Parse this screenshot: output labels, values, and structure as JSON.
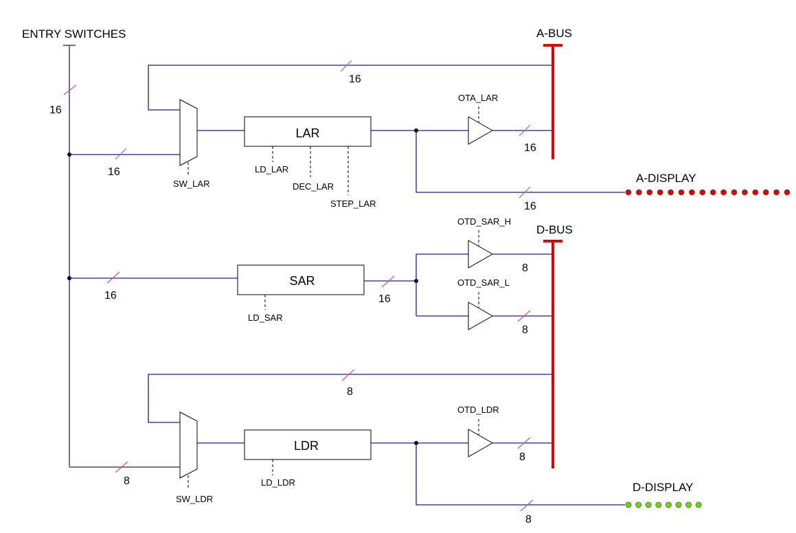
{
  "inputs": {
    "entry_switches": "ENTRY  SWITCHES"
  },
  "buses": {
    "a_bus": "A-BUS",
    "d_bus": "D-BUS"
  },
  "displays": {
    "a_display": "A-DISPLAY",
    "d_display": "D-DISPLAY",
    "a_led_color": "#e00000",
    "d_led_color": "#66dd00"
  },
  "registers": {
    "lar": "LAR",
    "sar": "SAR",
    "ldr": "LDR"
  },
  "signals": {
    "ota_lar": "OTA_LAR",
    "sw_lar": "SW_LAR",
    "ld_lar": "LD_LAR",
    "dec_lar": "DEC_LAR",
    "step_lar": "STEP_LAR",
    "otd_sar_h": "OTD_SAR_H",
    "otd_sar_l": "OTD_SAR_L",
    "ld_sar": "LD_SAR",
    "otd_ldr": "OTD_LDR",
    "sw_ldr": "SW_LDR",
    "ld_ldr": "LD_LDR"
  },
  "widths": {
    "switches_trunk": "16",
    "lar_feedback": "16",
    "lar_mux_in": "16",
    "ota_lar_out": "16",
    "a_display_bus": "16",
    "sar_in": "16",
    "sar_out": "16",
    "otd_sar_h_out": "8",
    "otd_sar_l_out": "8",
    "ldr_feedback": "8",
    "ldr_mux_in": "8",
    "otd_ldr_out": "8",
    "d_display_bus": "8"
  }
}
